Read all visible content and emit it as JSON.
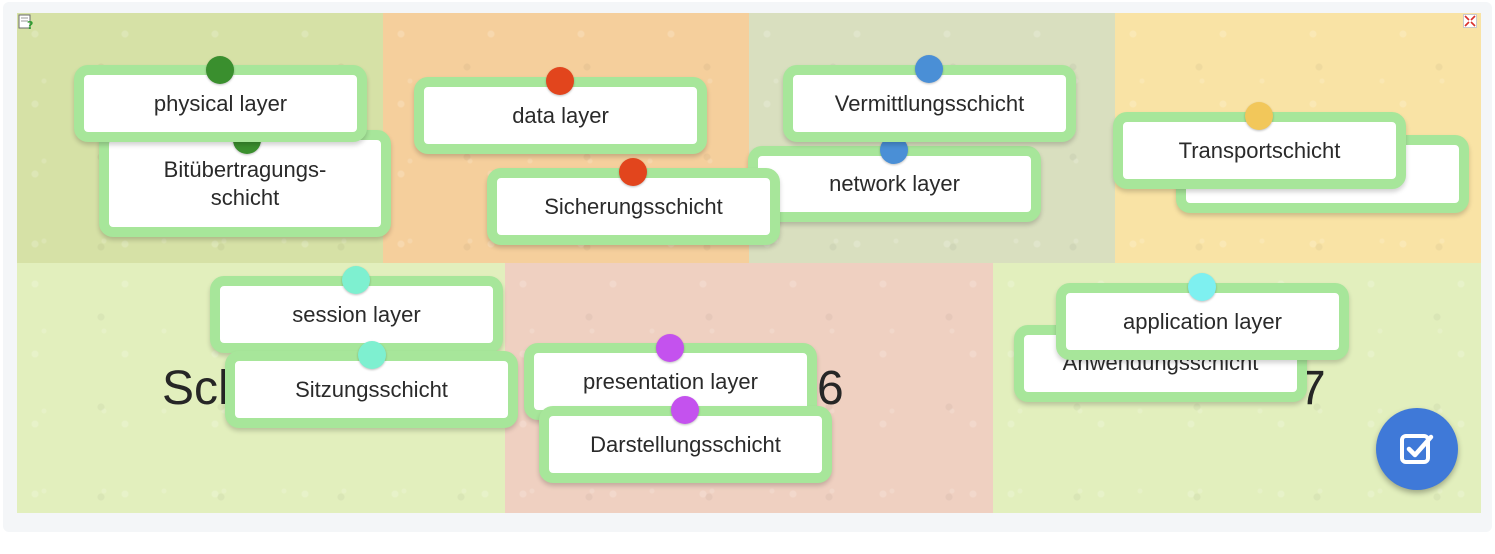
{
  "toolbar": {
    "help_icon": "help-icon",
    "fullscreen_icon": "fullscreen-toggle-icon"
  },
  "zones": [
    {
      "id": "layer-1",
      "color": "#d6e1a6"
    },
    {
      "id": "layer-2",
      "color": "#f5cf9c"
    },
    {
      "id": "layer-3",
      "color": "#d9dfbf"
    },
    {
      "id": "layer-4",
      "color": "#f9e3a5"
    },
    {
      "id": "layer-5",
      "color": "#e2efbd",
      "label": "Sch"
    },
    {
      "id": "layer-6",
      "color": "#efd0c1",
      "label": "6"
    },
    {
      "id": "layer-7",
      "color": "#e2efbd",
      "label": "7"
    }
  ],
  "cards": [
    {
      "id": "bituebertragungsschicht",
      "text": "Bitübertragungs-\nschicht",
      "pin_color": "#3a8f2e"
    },
    {
      "id": "physical-layer",
      "text": "physical layer",
      "pin_color": "#3a8f2e"
    },
    {
      "id": "data-layer",
      "text": "data layer",
      "pin_color": "#e2451d"
    },
    {
      "id": "sicherungsschicht",
      "text": "Sicherungsschicht",
      "pin_color": "#e2451d"
    },
    {
      "id": "network-layer",
      "text": "network layer",
      "pin_color": "#4a8fd6"
    },
    {
      "id": "vermittlungsschicht",
      "text": "Vermittlungsschicht",
      "pin_color": "#4a8fd6"
    },
    {
      "id": "transport-hidden",
      "text": "",
      "pin_color": "#f2c75a"
    },
    {
      "id": "transportschicht",
      "text": "Transportschicht",
      "pin_color": "#f2c75a"
    },
    {
      "id": "session-layer",
      "text": "session layer",
      "pin_color": "#7ef0d0"
    },
    {
      "id": "sitzungsschicht",
      "text": "Sitzungsschicht",
      "pin_color": "#7ef0d0"
    },
    {
      "id": "presentation-layer",
      "text": "presentation layer",
      "pin_color": "#c452ee"
    },
    {
      "id": "darstellungsschicht",
      "text": "Darstellungsschicht",
      "pin_color": "#c452ee"
    },
    {
      "id": "anwendungsschicht",
      "text": "Anwendungsschicht",
      "pin_color": "#7ef0f0"
    },
    {
      "id": "application-layer",
      "text": "application layer",
      "pin_color": "#7ef0f0"
    }
  ],
  "check_button": {
    "icon": "check-icon",
    "color": "#3f79d8"
  }
}
